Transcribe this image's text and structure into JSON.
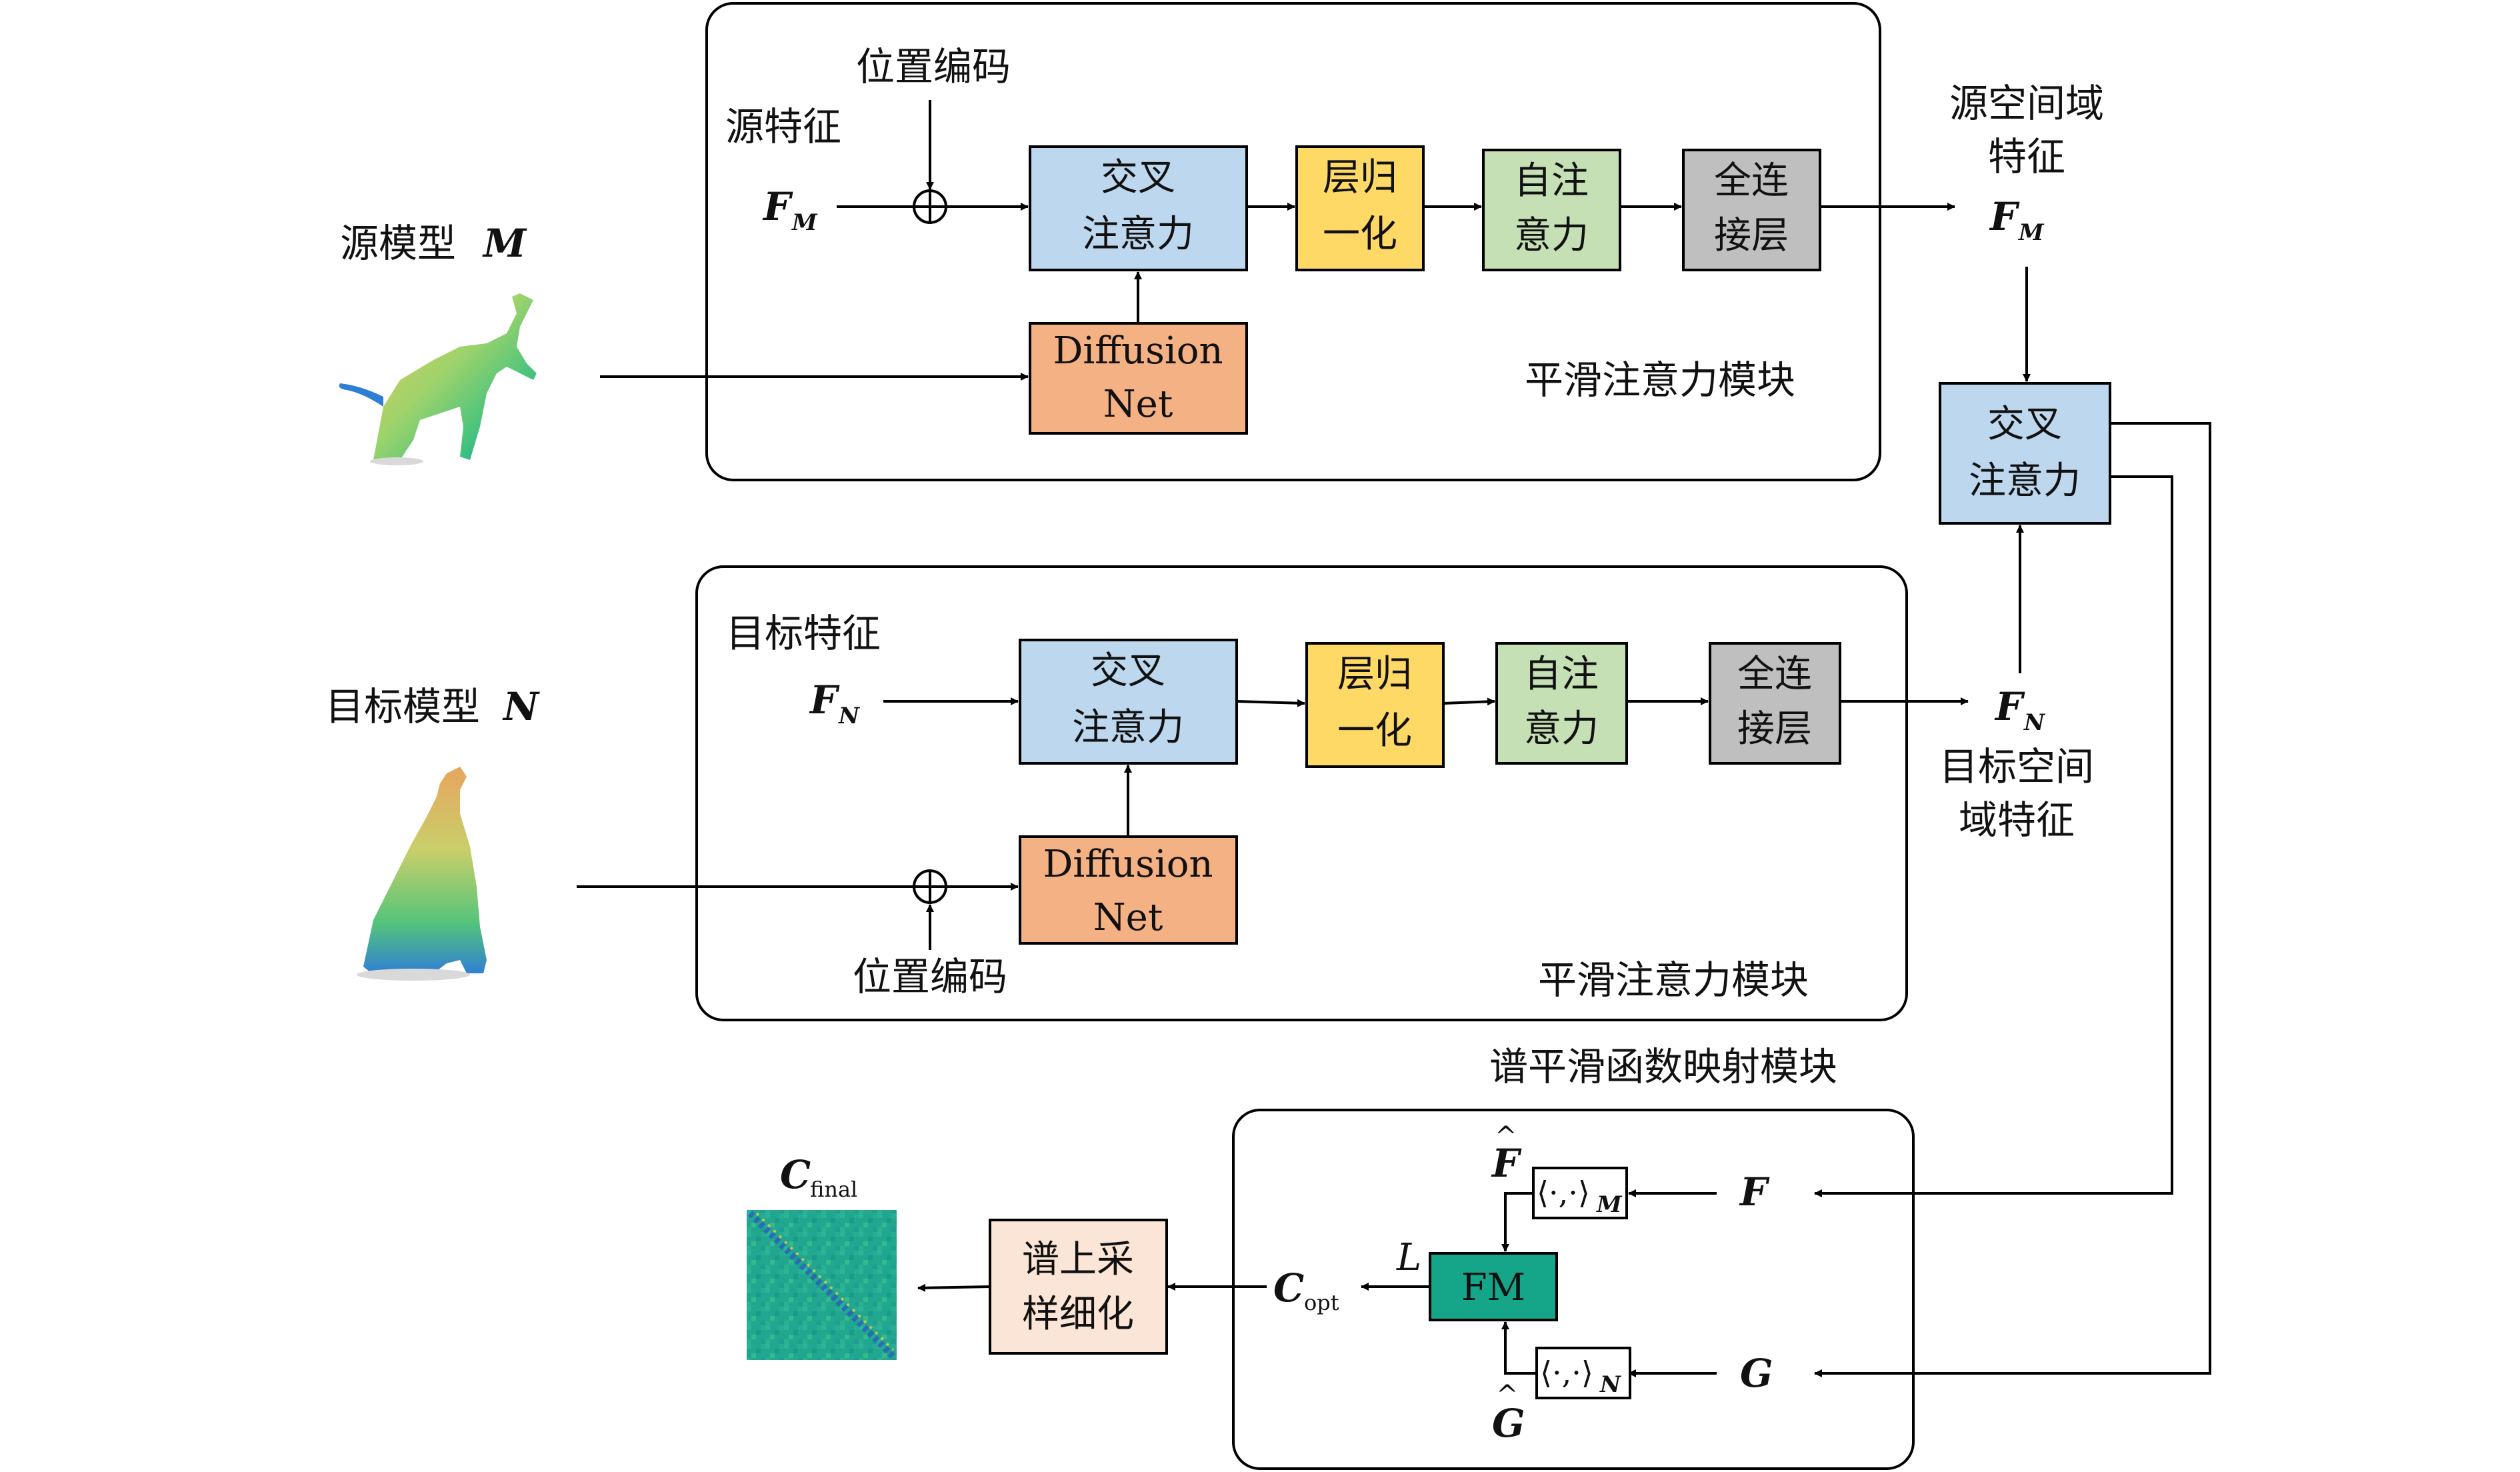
{
  "colors": {
    "cross_attention": "#bdd7ee",
    "layer_norm": "#ffd966",
    "self_attention": "#c5e0b4",
    "fc_layer": "#bfbfbf",
    "diffusion_net": "#f4b183",
    "fm": "#15a589",
    "upsample": "#fbe5d6",
    "stroke": "#000000"
  },
  "source_module": {
    "title": "平滑注意力模块",
    "positional_encoding": "位置编码",
    "feature_label": "源特征",
    "feature_symbol": "F",
    "feature_sub": "M",
    "cross_attention": [
      "交叉",
      "注意力"
    ],
    "layer_norm": [
      "层归",
      "一化"
    ],
    "self_attention": [
      "自注",
      "意力"
    ],
    "fc_layer": [
      "全连",
      "接层"
    ],
    "diffusion_net": [
      "Diffusion",
      "Net"
    ]
  },
  "target_module": {
    "title": "平滑注意力模块",
    "positional_encoding": "位置编码",
    "feature_label": "目标特征",
    "feature_symbol": "F",
    "feature_sub": "N",
    "cross_attention": [
      "交叉",
      "注意力"
    ],
    "layer_norm": [
      "层归",
      "一化"
    ],
    "self_attention": [
      "自注",
      "意力"
    ],
    "fc_layer": [
      "全连",
      "接层"
    ],
    "diffusion_net": [
      "Diffusion",
      "Net"
    ]
  },
  "source_model": {
    "label": "源模型",
    "symbol": "M",
    "icon": "dog-leaping-mesh-icon"
  },
  "target_model": {
    "label": "目标模型",
    "symbol": "N",
    "icon": "dog-sitting-mesh-icon"
  },
  "source_spatial": {
    "label": [
      "源空间域",
      "特征"
    ],
    "symbol": "F",
    "sub": "M"
  },
  "target_spatial": {
    "label": [
      "目标空间",
      "域特征"
    ],
    "symbol": "F",
    "sub": "N"
  },
  "right_cross_attention": [
    "交叉",
    "注意力"
  ],
  "spectral_module": {
    "title": "谱平滑函数映射模块",
    "F": "F",
    "G": "G",
    "F_hat": "F",
    "G_hat": "G",
    "inner_M": "⟨·,·⟩",
    "inner_M_sub": "M",
    "inner_N": "⟨·,·⟩",
    "inner_N_sub": "N",
    "fm": "FM",
    "L": "L",
    "C_opt": "C",
    "C_opt_sub": "opt"
  },
  "upsample": [
    "谱上采",
    "样细化"
  ],
  "result": {
    "symbol": "C",
    "sub": "final",
    "icon": "correspondence-matrix-icon"
  }
}
